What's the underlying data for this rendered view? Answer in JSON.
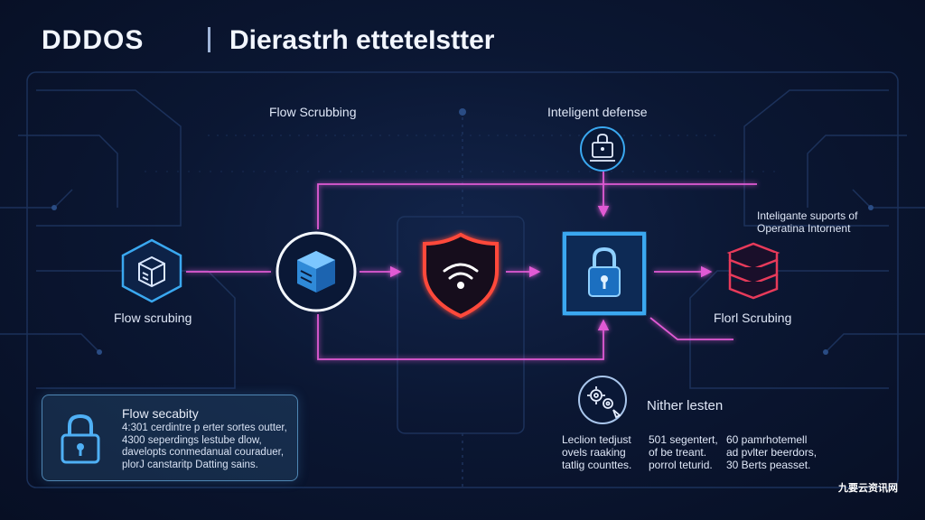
{
  "header": {
    "brand": "DDDOS",
    "title": "Dierastrh etteteIstter"
  },
  "labels": {
    "top_left": "Flow Scrubbing",
    "top_right": "Inteligent defense",
    "left_node": "Flow scrubing",
    "right_node": "Florl Scrubing",
    "right_annotation": [
      "Inteligante suports of",
      "Operatina Intornent"
    ],
    "bottom_node": "Nither lesten"
  },
  "info_box": {
    "title": "Flow secabity",
    "lines": [
      "4:301 cerdintre p erter sortes outter,",
      "4300 seperdings lestube dlow,",
      "davelopts conmedanual couraduer,",
      "plorJ canstaritp Datting sains."
    ]
  },
  "bottom_text": {
    "col1": [
      "Leclion tedjust",
      "ovels raaking",
      "tatlig counttes."
    ],
    "col2": [
      "501 segentert,",
      "of be treant.",
      "porrol teturid."
    ],
    "col3": [
      "60 pamrhotemell",
      "ad pvlter beerdors,",
      "30 Berts peasset."
    ]
  },
  "watermark": "九要云资讯网",
  "icons": {
    "left_node": "server-box-icon",
    "center_left": "server-box-icon",
    "shield": "wifi-shield-icon",
    "lock_box": "padlock-icon",
    "right_node": "database-stack-icon",
    "top_circle": "secure-terminal-icon",
    "bottom_circle": "gears-icon",
    "info_box": "padlock-icon"
  },
  "colors": {
    "pink_flow": "#e05ad4",
    "cyan": "#3aa8f0",
    "shield_red": "#ff4a3a",
    "db_red": "#e83a5a",
    "title": "#f2f6ff"
  }
}
